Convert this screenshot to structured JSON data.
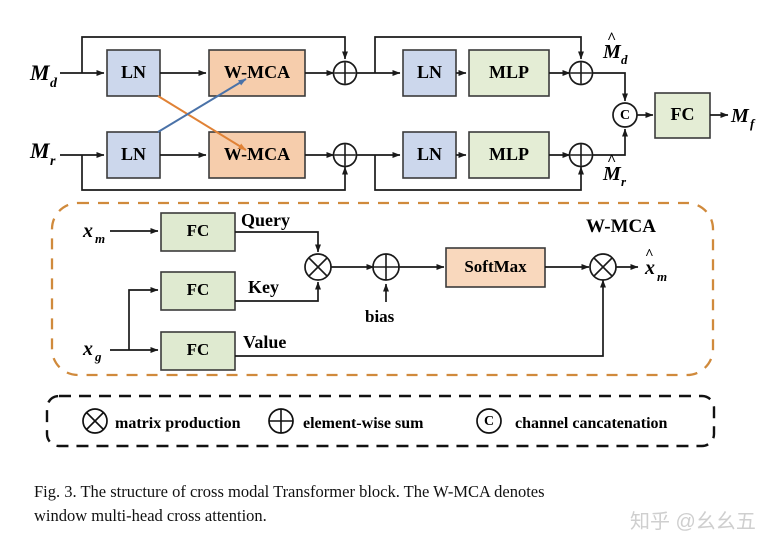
{
  "figure": {
    "caption_line1": "Fig. 3.  The structure of cross modal Transformer block. The W-MCA denotes",
    "caption_line2": "window multi-head cross attention.",
    "watermark": "知乎 @幺幺五"
  },
  "colors": {
    "ln_fill": "#ccd7ec",
    "wmca_fill": "#f6cdac",
    "mlp_fill": "#e4edd5",
    "fc_fill": "#dfead0",
    "softmax_fill": "#f9d8bd",
    "box_stroke": "#3b3b3b",
    "line": "#1a1a1a",
    "dashed_orange": "#d08a3c",
    "cross_blue": "#4a72a8",
    "cross_orange": "#e08236"
  },
  "top_block": {
    "inputs": [
      {
        "name": "M_d",
        "base": "M",
        "sub": "d"
      },
      {
        "name": "M_r",
        "base": "M",
        "sub": "r"
      }
    ],
    "outputs": [
      {
        "name": "M_d_hat",
        "base": "M",
        "sub": "d",
        "hat": true
      },
      {
        "name": "M_r_hat",
        "base": "M",
        "sub": "r",
        "hat": true
      },
      {
        "name": "M_f",
        "base": "M",
        "sub": "f",
        "hat": false
      }
    ],
    "stages": [
      {
        "label": "LN",
        "kind": "ln"
      },
      {
        "label": "W-MCA",
        "kind": "wmca"
      },
      {
        "label": "LN",
        "kind": "ln"
      },
      {
        "label": "MLP",
        "kind": "mlp"
      }
    ],
    "fusion": {
      "concat_symbol": "C",
      "fc_label": "FC"
    },
    "sum_symbol": "+"
  },
  "wmca_detail": {
    "title": "W-MCA",
    "inputs": [
      {
        "base": "x",
        "sub": "m"
      },
      {
        "base": "x",
        "sub": "g"
      }
    ],
    "fc_blocks": [
      {
        "label": "FC",
        "out_label": "Query"
      },
      {
        "label": "FC",
        "out_label": "Key"
      },
      {
        "label": "FC",
        "out_label": "Value"
      }
    ],
    "bias_label": "bias",
    "softmax_label": "SoftMax",
    "output": {
      "base": "x",
      "sub": "m",
      "hat": true
    }
  },
  "legend": {
    "items": [
      {
        "symbol": "cross-circle",
        "glyph": "⊗",
        "label": "matrix production"
      },
      {
        "symbol": "plus-circle",
        "glyph": "⊕",
        "label": "element-wise sum"
      },
      {
        "symbol": "c-circle",
        "glyph": "C",
        "label": "channel cancatenation"
      }
    ]
  }
}
